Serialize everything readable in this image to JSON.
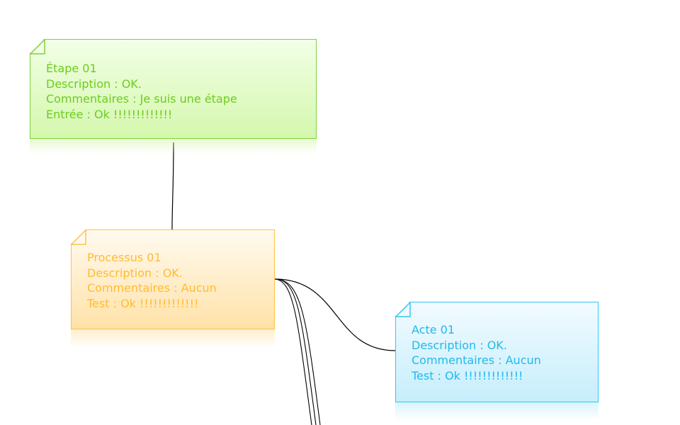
{
  "diagram": {
    "nodes": [
      {
        "id": "etape",
        "title": "Étape 01",
        "lines": [
          "Description : OK.",
          "Commentaires : Je suis une étape",
          "Entrée : Ok !!!!!!!!!!!!!"
        ],
        "color": "#6ccd1c"
      },
      {
        "id": "processus",
        "title": "Processus 01",
        "lines": [
          "Description : OK.",
          "Commentaires : Aucun",
          "Test : Ok !!!!!!!!!!!!!"
        ],
        "color": "#ffbb33"
      },
      {
        "id": "acte",
        "title": "Acte 01",
        "lines": [
          "Description : OK.",
          "Commentaires : Aucun",
          "Test : Ok !!!!!!!!!!!!!"
        ],
        "color": "#22b8ee"
      }
    ],
    "edges": [
      {
        "from": "etape",
        "to": "processus"
      },
      {
        "from": "processus",
        "to": "acte"
      },
      {
        "from": "processus",
        "to": "offscreen-below"
      },
      {
        "from": "processus",
        "to": "offscreen-below"
      }
    ],
    "connector_color": "#000000"
  }
}
